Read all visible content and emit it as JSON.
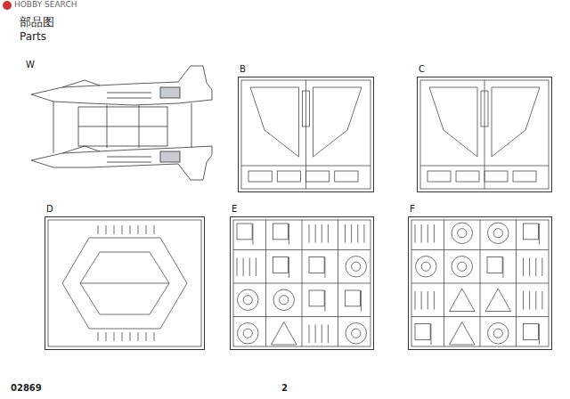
{
  "diagram": {
    "nodes": [
      {
        "text": [
          "W"
        ]
      },
      {
        "text": [
          "B"
        ]
      },
      {
        "text": [
          "C"
        ]
      },
      {
        "text": [
          "D"
        ]
      },
      {
        "text": [
          "E"
        ]
      },
      {
        "text": [
          "F"
        ]
      }
    ],
    "labels": [
      "HOBBY SEARCH",
      "部品图",
      "Parts",
      "02869",
      "2"
    ]
  }
}
